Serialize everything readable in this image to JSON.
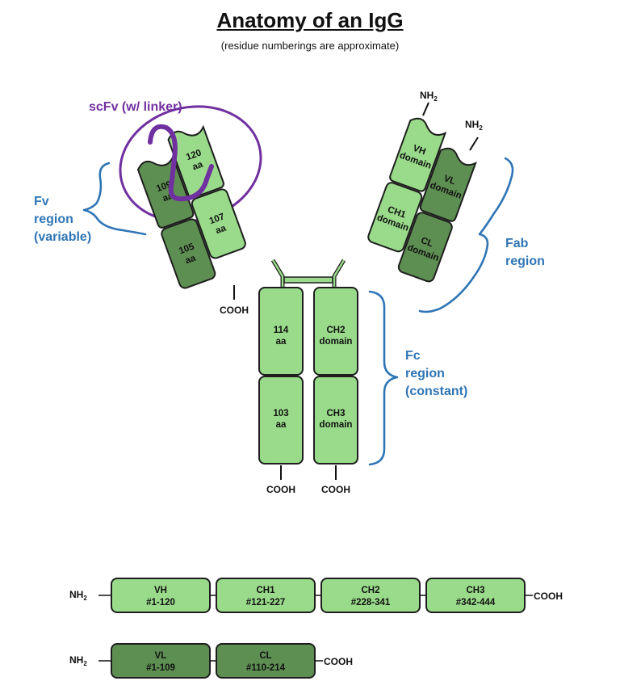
{
  "title": "Anatomy of an IgG",
  "subtitle": "(residue numberings are approximate)",
  "colors": {
    "light_domain": "#99db8a",
    "dark_domain": "#5e8f52",
    "region_label": "#2f75b5",
    "scfv_highlight": "#7030a0"
  },
  "scfv_label": "scFv (w/ linker)",
  "regions": {
    "fv": [
      "Fv",
      "region",
      "(variable)"
    ],
    "fab": [
      "Fab",
      "region"
    ],
    "fc": [
      "Fc",
      "region",
      "(constant)"
    ]
  },
  "left_arm": {
    "heavy_variable": [
      "120",
      "aa"
    ],
    "light_variable": [
      "109",
      "aa"
    ],
    "heavy_constant": [
      "107",
      "aa"
    ],
    "light_constant": [
      "105",
      "aa"
    ]
  },
  "right_arm": {
    "vh": [
      "VH",
      "domain"
    ],
    "vl": [
      "VL",
      "domain"
    ],
    "ch1": [
      "CH1",
      "domain"
    ],
    "cl": [
      "CL",
      "domain"
    ]
  },
  "fc_domains": {
    "left_ch2": [
      "114",
      "aa"
    ],
    "left_ch3": [
      "103",
      "aa"
    ],
    "right_ch2": [
      "CH2",
      "domain"
    ],
    "right_ch3": [
      "CH3",
      "domain"
    ]
  },
  "terminals": {
    "nh2": "NH",
    "nh2_sub": "2",
    "cooh": "COOH"
  },
  "heavy_chain_map": [
    {
      "name": "VH",
      "range": "#1-120"
    },
    {
      "name": "CH1",
      "range": "#121-227"
    },
    {
      "name": "CH2",
      "range": "#228-341"
    },
    {
      "name": "CH3",
      "range": "#342-444"
    }
  ],
  "light_chain_map": [
    {
      "name": "VL",
      "range": "#1-109"
    },
    {
      "name": "CL",
      "range": "#110-214"
    }
  ]
}
